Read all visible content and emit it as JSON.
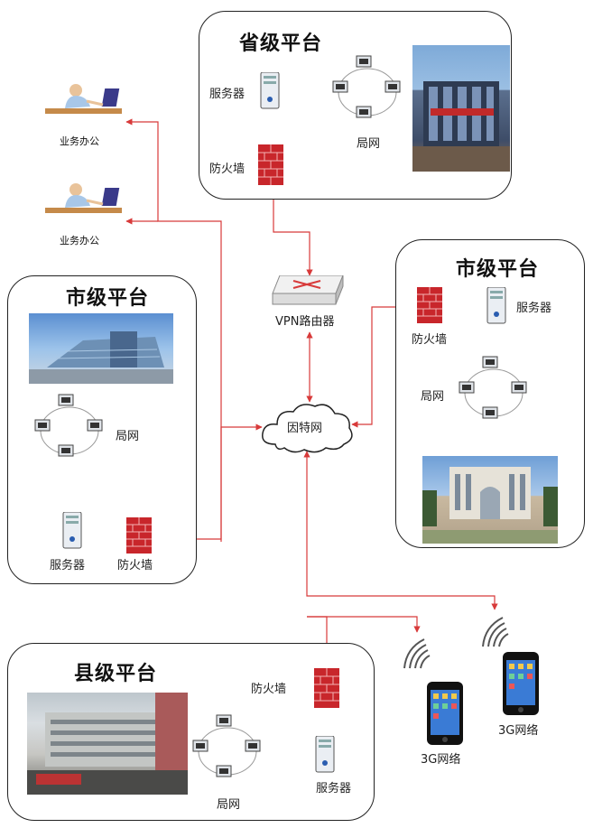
{
  "platforms": {
    "provincial": {
      "title": "省级平台",
      "server_label": "服务器",
      "firewall_label": "防火墙",
      "lan_label": "局网"
    },
    "city_left": {
      "title": "市级平台",
      "lan_label": "局网",
      "server_label": "服务器",
      "firewall_label": "防火墙"
    },
    "city_right": {
      "title": "市级平台",
      "firewall_label": "防火墙",
      "server_label": "服务器",
      "lan_label": "局网"
    },
    "county": {
      "title": "县级平台",
      "firewall_label": "防火墙",
      "lan_label": "局网",
      "server_label": "服务器"
    }
  },
  "core": {
    "router_label": "VPN路由器",
    "internet_label": "因特网"
  },
  "office": {
    "top_label": "业务办公",
    "bottom_label": "业务办公"
  },
  "mobile": {
    "left_label": "3G网络",
    "right_label": "3G网络"
  },
  "colors": {
    "link": "#d83a3a",
    "firewall": "#c8262b",
    "panel_border": "#222222"
  }
}
